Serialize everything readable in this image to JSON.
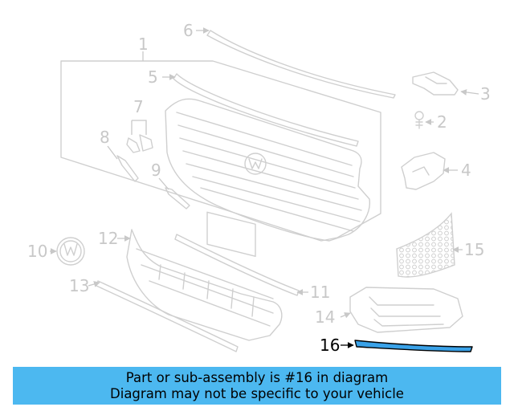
{
  "callouts": {
    "c1": "1",
    "c2": "2",
    "c3": "3",
    "c4": "4",
    "c5": "5",
    "c6": "6",
    "c7": "7",
    "c8": "8",
    "c9": "9",
    "c10": "10",
    "c11": "11",
    "c12": "12",
    "c13": "13",
    "c14": "14",
    "c15": "15",
    "c16": "16"
  },
  "highlighted_part": "16",
  "colors": {
    "highlight": "#3aa2e8",
    "banner": "#4cb8f0",
    "ghost": "#cfcfcf"
  },
  "banner": {
    "line1": "Part or sub-assembly is #16 in diagram",
    "line2": "Diagram may not be specific to your vehicle"
  }
}
